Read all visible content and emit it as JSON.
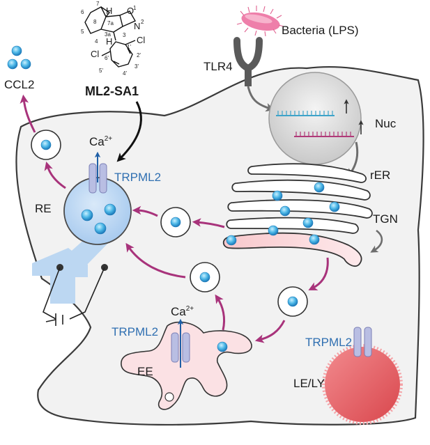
{
  "labels": {
    "bacteria": "Bacteria (LPS)",
    "tlr4": "TLR4",
    "nuc": "Nuc",
    "rer": "rER",
    "tgn": "TGN",
    "ccl2": "CCL2",
    "re": "RE",
    "ee": "EE",
    "lely": "LE/LY",
    "compound": "ML2-SA1",
    "trpml2_re": "TRPML2",
    "trpml2_ee": "TRPML2",
    "trpml2_ly": "TRPML2",
    "ca_re": "Ca",
    "ca_re_sup": "2+",
    "ca_ee": "Ca",
    "ca_ee_sup": "2+"
  },
  "chem_labels": {
    "n1": "1",
    "n2": "2",
    "n3": "3",
    "n3a": "3a",
    "n4": "4",
    "n5": "5",
    "n6": "6",
    "n7": "7",
    "n7a": "7a",
    "n8": "8",
    "h1": "H",
    "h2": "H",
    "o": "O",
    "n": "N",
    "cl1": "Cl",
    "cl2": "Cl",
    "p1": "1'",
    "p2": "2'",
    "p3": "3'",
    "p4": "4'",
    "p5": "5'",
    "p6": "6'"
  },
  "colors": {
    "cell_fill": "#f2f2f2",
    "cell_stroke": "#3a3a3a",
    "arrow": "#a8337b",
    "dot": "#4bb6e6",
    "re_fill": "#bcd7f2",
    "ee_fill": "#fbe1e4",
    "ly_fill": "#e85e63",
    "bacteria": "#ee7faa",
    "channel": "#b9bee3",
    "text_blue": "#2f6fb1"
  }
}
